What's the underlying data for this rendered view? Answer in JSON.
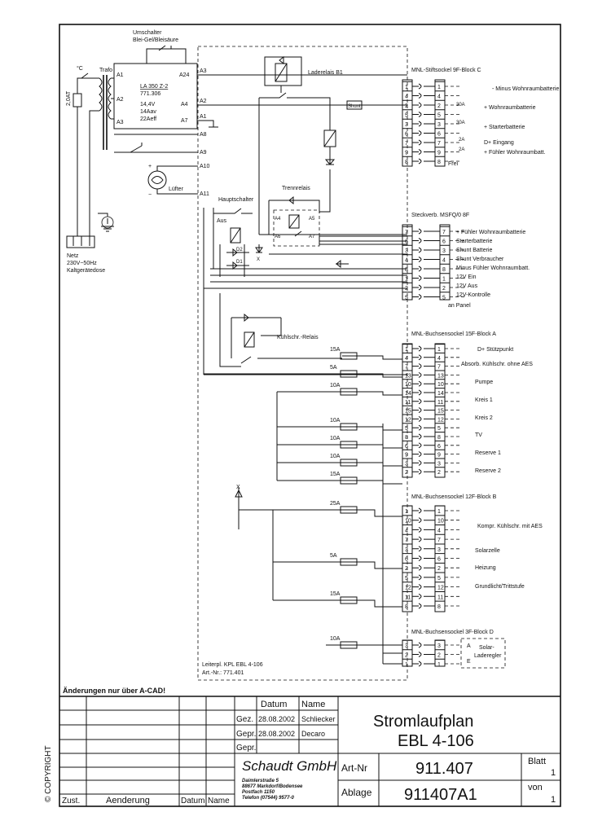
{
  "copyright": "© COPYRIGHT",
  "top_block": {
    "umschalter": "Umschalter",
    "umschalter_sub": "Blei-Gel/Bleisäure",
    "trafo": "Trafo",
    "deg": "°C",
    "fuse": "2,0AT",
    "la_type": "LA 350 Z-2",
    "la_art": "771.306",
    "la_v": "14,4V",
    "la_a1": "14Aav",
    "la_a2": "22Aeff",
    "pins_left": [
      "A1",
      "A2",
      "A3"
    ],
    "pins_right": [
      "A24",
      "A4",
      "A7"
    ],
    "a_labels": [
      "A3",
      "A2",
      "A1",
      "A8",
      "A9",
      "A10",
      "A11"
    ],
    "laderelais": "Laderelais B1",
    "shunt": "Shunt",
    "luefter": "Lüfter",
    "hauptschalter": "Hauptschalter",
    "aus": "Aus",
    "trennrelais": "Trennrelais",
    "tr_pins": [
      "A4",
      "A5",
      "A6",
      "A7"
    ],
    "d1": "D1",
    "d2": "D2",
    "x": "X",
    "netz": [
      "Netz",
      "230V~50Hz",
      "Kaltgerätedose"
    ],
    "kuehl_relais": "Kühlschr.-Relais",
    "leiterpl": "Leiterpl. KPL EBL 4-106",
    "art_nr": "Art.-Nr.: 771.401"
  },
  "block_c": {
    "title": "MNL-Stiftsockel 9F-Block C",
    "pins": [
      "1",
      "4",
      "2",
      "5",
      "3",
      "6",
      "7",
      "9",
      "8"
    ],
    "labels": [
      "- Minus Wohnraumbatterie",
      "+ Wohnraumbatterie",
      "+ Starterbatterie",
      "D+ Eingang",
      "+ Fühler Wohnraumbatt.",
      "Frei"
    ],
    "fuses": [
      "30A",
      "30A",
      "2A",
      "2A"
    ]
  },
  "block_msfq": {
    "title": "Steckverb. MSFQ/0 8F",
    "pins": [
      "7",
      "6",
      "3",
      "4",
      "8",
      "1",
      "2",
      "5"
    ],
    "labels": [
      "+ Fühler Wohnraumbatterie",
      "Starterbatterie",
      "Shunt Batterie",
      "Shunt Verbraucher",
      "Minus Fühler Wohnraumbatt.",
      "12V Ein",
      "12V Aus",
      "12V-Kontrolle",
      "an Panel"
    ]
  },
  "block_a": {
    "title": "MNL-Buchsensockel 15F-Block A",
    "pins": [
      "1",
      "4",
      "7",
      "13",
      "10",
      "14",
      "11",
      "15",
      "12",
      "5",
      "8",
      "6",
      "9",
      "3",
      "2"
    ],
    "labels": [
      "D+ Stützpunkt",
      "Absorb. Kühlschr. ohne AES",
      "Pumpe",
      "Kreis 1",
      "Kreis 2",
      "TV",
      "Reserve 1",
      "Reserve 2"
    ],
    "fuses": [
      "15A",
      "5A",
      "10A",
      "10A",
      "10A",
      "10A",
      "15A"
    ]
  },
  "block_b": {
    "title": "MNL-Buchsensockel 12F-Block B",
    "pins": [
      "1",
      "10",
      "4",
      "7",
      "3",
      "6",
      "2",
      "5",
      "12",
      "11",
      "8"
    ],
    "labels": [
      "Kompr. Kühlschr. mit AES",
      "Solarzelle",
      "Heizung",
      "Grundlicht/Trittstufe"
    ],
    "fuses": [
      "25A",
      "5A",
      "15A"
    ]
  },
  "block_d": {
    "title": "MNL-Buchsensockel 3F-Block D",
    "pins": [
      "3",
      "2",
      "1"
    ],
    "labels": [
      "Solar-",
      "Laderegler"
    ],
    "fuse": "10A"
  },
  "title_block": {
    "aenderungen": "Änderungen nur über A-CAD!",
    "col_datum": "Datum",
    "col_name": "Name",
    "rows": [
      {
        "k": "Gez.",
        "d": "28.08.2002",
        "n": "Schliecker"
      },
      {
        "k": "Gepr.",
        "d": "28.08.2002",
        "n": "Decaro"
      },
      {
        "k": "Gepr.",
        "d": "",
        "n": ""
      }
    ],
    "title1": "Stromlaufplan",
    "title2": "EBL 4-106",
    "company": "Schaudt GmbH",
    "address": [
      "Daimlerstraße 5",
      "88677 Markdorf/Bodensee",
      "Postfach 1150",
      "Telefon (07544) 9577-0"
    ],
    "art_label": "Art-Nr",
    "art_value": "911.407",
    "ablage_label": "Ablage",
    "ablage_value": "911407A1",
    "blatt_label": "Blatt",
    "blatt_value": "1",
    "von_label": "von",
    "von_value": "1",
    "zust": "Zust.",
    "aenderung": "Aenderung",
    "datum": "Datum",
    "name": "Name"
  }
}
